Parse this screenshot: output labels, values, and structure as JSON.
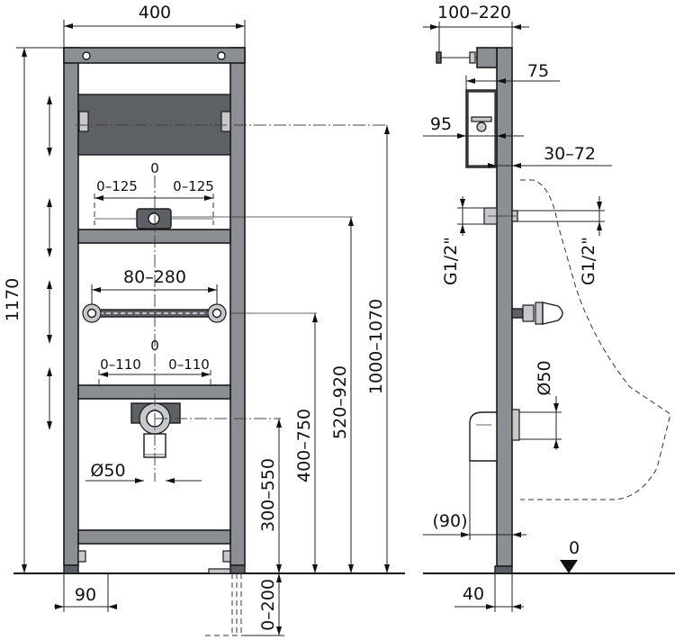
{
  "front_view": {
    "width_label": "400",
    "height_label": "1170",
    "dims_right": [
      "1000–1070",
      "520–920",
      "400–750",
      "300–550",
      "0–200"
    ],
    "mount_offset": {
      "zero": "0",
      "left": "0–125",
      "right": "0–125"
    },
    "bar_span": "80–280",
    "drain_offset": {
      "zero": "0",
      "left": "0–110",
      "right": "0–110"
    },
    "drain_diameter": "Ø50",
    "foot_width": "90"
  },
  "side_view": {
    "depth_range": "100–220",
    "depth_box": "75",
    "box_width": "95",
    "wall_gap": "30–72",
    "thread_left": "G1/2\"",
    "thread_right": "G1/2\"",
    "outlet_diameter": "Ø50",
    "outlet_length": "(90)",
    "base_width": "40",
    "floor_zero": "0"
  }
}
